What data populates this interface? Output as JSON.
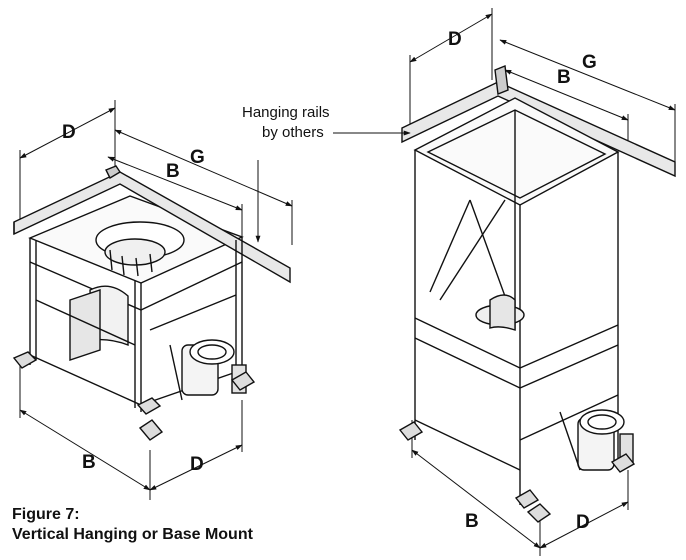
{
  "labels": {
    "dim_d": "D",
    "dim_b": "B",
    "dim_g": "G",
    "rails_line1": "Hanging rails",
    "rails_line2": "by others"
  },
  "caption": {
    "line1": "Figure 7:",
    "line2": "Vertical Hanging or Base Mount"
  }
}
